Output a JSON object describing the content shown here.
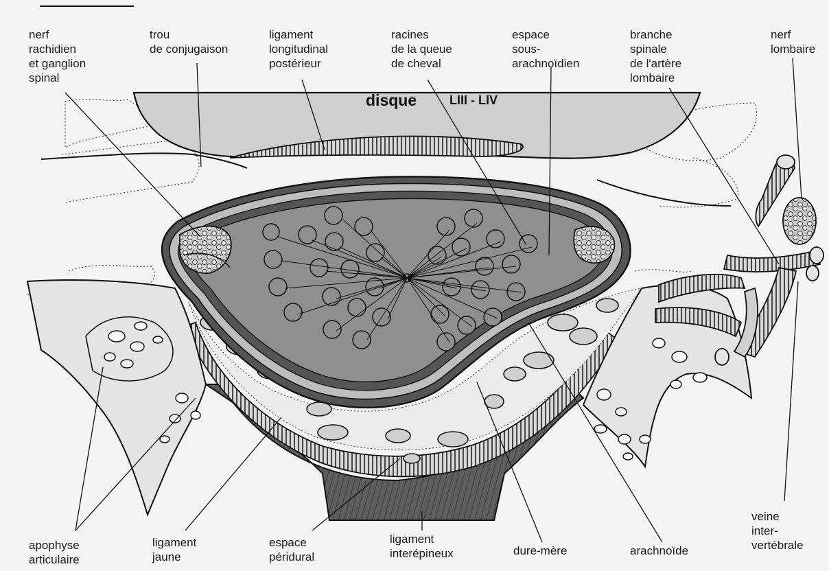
{
  "title": {
    "disc": "disque",
    "level": "LIII - LIV"
  },
  "labels": {
    "nerf_rachidien": "nerf\nrachidien\net ganglion\nspinal",
    "trou_conjugaison": "trou\nde conjugaison",
    "ligament_longitudinal": "ligament\nlongitudinal\npostérieur",
    "racines": "racines\nde la queue\nde cheval",
    "espace_sous_arachnoidien": "espace\nsous-\narachnoïdien",
    "branche_spinale": "branche\nspinale\nde l'artère\nlombaire",
    "nerf_lombaire": "nerf\nlombaire",
    "apophyse_articulaire": "apophyse\narticulaire",
    "ligament_jaune": "ligament\njaune",
    "espace_peridural": "espace\npéridural",
    "ligament_interepineux": "ligament\ninterépineux",
    "dure_mere": "dure-mère",
    "arachnoide": "arachnoïde",
    "veine_intervertebrale": "veine\ninter-\nvertébrale"
  },
  "colors": {
    "paper": "#f4f4f2",
    "disc_fill": "#cfcfcf",
    "sac_fill": "#8f8f8f",
    "membrane_fill": "#bdbdbd",
    "ligament_fill": "#5a5a5a",
    "ink": "#1a1a1a"
  }
}
